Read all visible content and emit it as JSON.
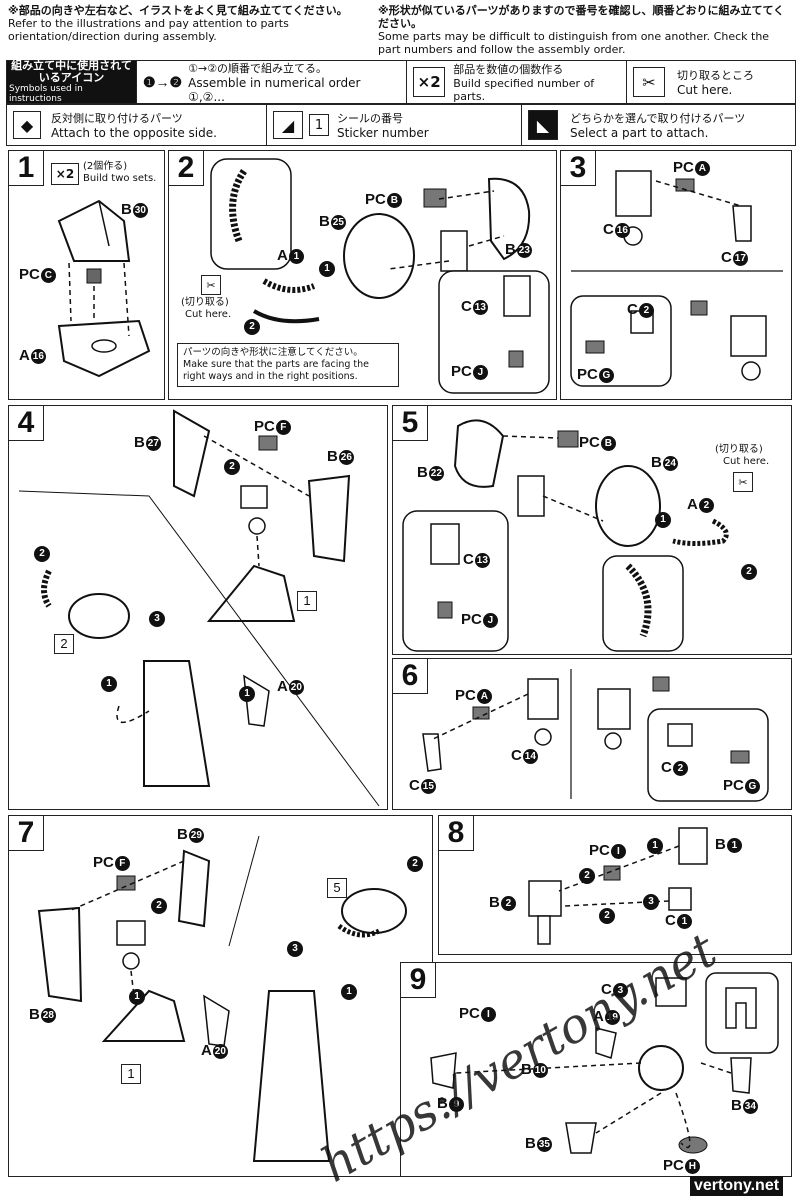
{
  "notes": {
    "left_jp": "※部品の向きや左右など、イラストをよく見て組み立ててください。",
    "left_en": "Refer to the illustrations and pay attention to parts orientation/direction during assembly.",
    "right_jp": "※形状が似ているパーツがありますので番号を確認し、順番どおりに組み立ててください。",
    "right_en": "Some parts may be difficult to distinguish from one another. Check the part numbers and follow the assembly order."
  },
  "legend": {
    "header_jp": "組み立て中に使用されているアイコン",
    "header_en": "Symbols used in instructions",
    "numerical_jp": "①→②の順番で組み立てる。",
    "numerical_en": "Assemble in numerical order ①,②...",
    "multiply_icon": "×2",
    "multiply_jp": "部品を数値の個数作る",
    "multiply_en": "Build specified number of parts.",
    "cut_jp": "切り取るところ",
    "cut_en": "Cut here.",
    "opposite_jp": "反対側に取り付けるパーツ",
    "opposite_en": "Attach to the opposite side.",
    "sticker_jp": "シールの番号",
    "sticker_en": "Sticker number",
    "sticker_icon": "1",
    "select_jp": "どちらかを選んで取り付けるパーツ",
    "select_en": "Select a part to attach."
  },
  "steps": {
    "s1": {
      "num": "1",
      "mult": "×2",
      "mult_jp": "(2個作る)",
      "mult_en": "Build two sets.",
      "p1": "B",
      "p1n": "30",
      "p2": "PC",
      "p2n": "C",
      "p3": "A",
      "p3n": "16"
    },
    "s2": {
      "num": "2",
      "pcb": "PC",
      "pcbn": "B",
      "b25": "B",
      "b25n": "25",
      "b23": "B",
      "b23n": "23",
      "a1": "A",
      "a1n": "1",
      "c13": "C",
      "c13n": "13",
      "pcj": "PC",
      "pcjn": "J",
      "cut_jp": "(切り取る)",
      "cut_en": "Cut here.",
      "warn_jp": "パーツの向きや形状に注意してください。",
      "warn_en": "Make sure that the parts are facing the right ways and in the right positions."
    },
    "s3": {
      "num": "3",
      "pca": "PC",
      "pcan": "A",
      "c16": "C",
      "c16n": "16",
      "c17": "C",
      "c17n": "17",
      "c2": "C",
      "c2n": "2",
      "pcg": "PC",
      "pcgn": "G"
    },
    "s4": {
      "num": "4",
      "b27": "B",
      "b27n": "27",
      "pcf": "PC",
      "pcfn": "F",
      "b26": "B",
      "b26n": "26",
      "a20": "A",
      "a20n": "20",
      "st1": "1",
      "st2": "2"
    },
    "s5": {
      "num": "5",
      "pcb": "PC",
      "pcbn": "B",
      "b22": "B",
      "b22n": "22",
      "b24": "B",
      "b24n": "24",
      "a2": "A",
      "a2n": "2",
      "c13": "C",
      "c13n": "13",
      "pcj": "PC",
      "pcjn": "J",
      "cut_jp": "(切り取る)",
      "cut_en": "Cut here."
    },
    "s6": {
      "num": "6",
      "pca": "PC",
      "pcan": "A",
      "c14": "C",
      "c14n": "14",
      "c15": "C",
      "c15n": "15",
      "c2": "C",
      "c2n": "2",
      "pcg": "PC",
      "pcgn": "G"
    },
    "s7": {
      "num": "7",
      "b29": "B",
      "b29n": "29",
      "pcf": "PC",
      "pcfn": "F",
      "b28": "B",
      "b28n": "28",
      "a20": "A",
      "a20n": "20",
      "st1": "1",
      "st5": "5"
    },
    "s8": {
      "num": "8",
      "pci": "PC",
      "pcin": "I",
      "b1": "B",
      "b1n": "1",
      "b2": "B",
      "b2n": "2",
      "c1": "C",
      "c1n": "1"
    },
    "s9": {
      "num": "9",
      "c3": "C",
      "c3n": "3",
      "a19": "A",
      "a19n": "19",
      "pci": "PC",
      "pcin": "I",
      "b10": "B",
      "b10n": "10",
      "b9": "B",
      "b9n": "9",
      "b34": "B",
      "b34n": "34",
      "b35": "B",
      "b35n": "35",
      "pch": "PC",
      "pchn": "H"
    }
  },
  "watermark": {
    "url": "https://vertony.net",
    "corner": "vertony.net"
  }
}
